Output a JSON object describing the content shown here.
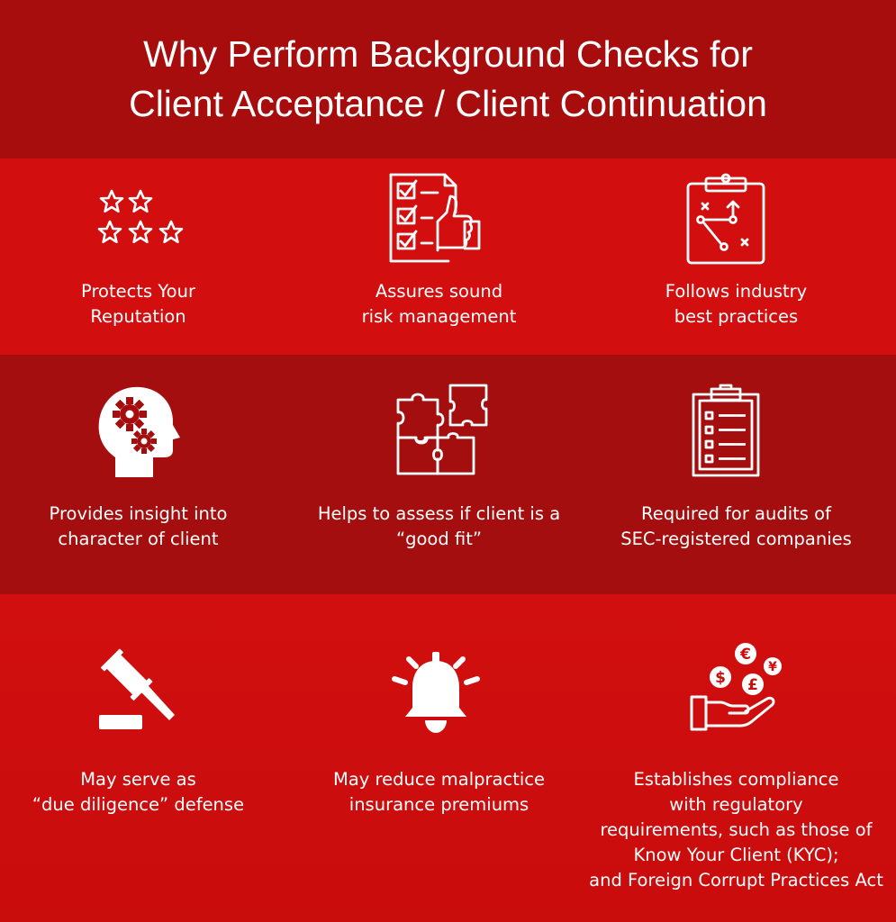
{
  "header": {
    "title_line_1": "Why Perform Background Checks for",
    "title_line_2": "Client Acceptance / Client Continuation"
  },
  "items": [
    {
      "icon": "stars-icon",
      "lines": [
        "Protects Your",
        "Reputation"
      ]
    },
    {
      "icon": "checklist-thumbs-up-icon",
      "lines": [
        "Assures sound",
        "risk management"
      ]
    },
    {
      "icon": "strategy-clipboard-icon",
      "lines": [
        "Follows industry",
        "best practices"
      ]
    },
    {
      "icon": "head-gears-icon",
      "lines": [
        "Provides insight into",
        "character of client"
      ]
    },
    {
      "icon": "puzzle-icon",
      "lines": [
        "Helps to assess if client is a",
        "“good fit”"
      ]
    },
    {
      "icon": "clipboard-checklist-icon",
      "lines": [
        "Required for audits of",
        "SEC-registered companies"
      ]
    },
    {
      "icon": "gavel-icon",
      "lines": [
        "May serve as",
        "“due diligence” defense"
      ]
    },
    {
      "icon": "alarm-bell-icon",
      "lines": [
        "May reduce malpractice",
        "insurance premiums"
      ]
    },
    {
      "icon": "hand-currency-icon",
      "lines": [
        "Establishes compliance",
        "with regulatory",
        "requirements, such as those of",
        "Know Your Client (KYC);",
        "and Foreign Corrupt Practices Act"
      ]
    }
  ]
}
